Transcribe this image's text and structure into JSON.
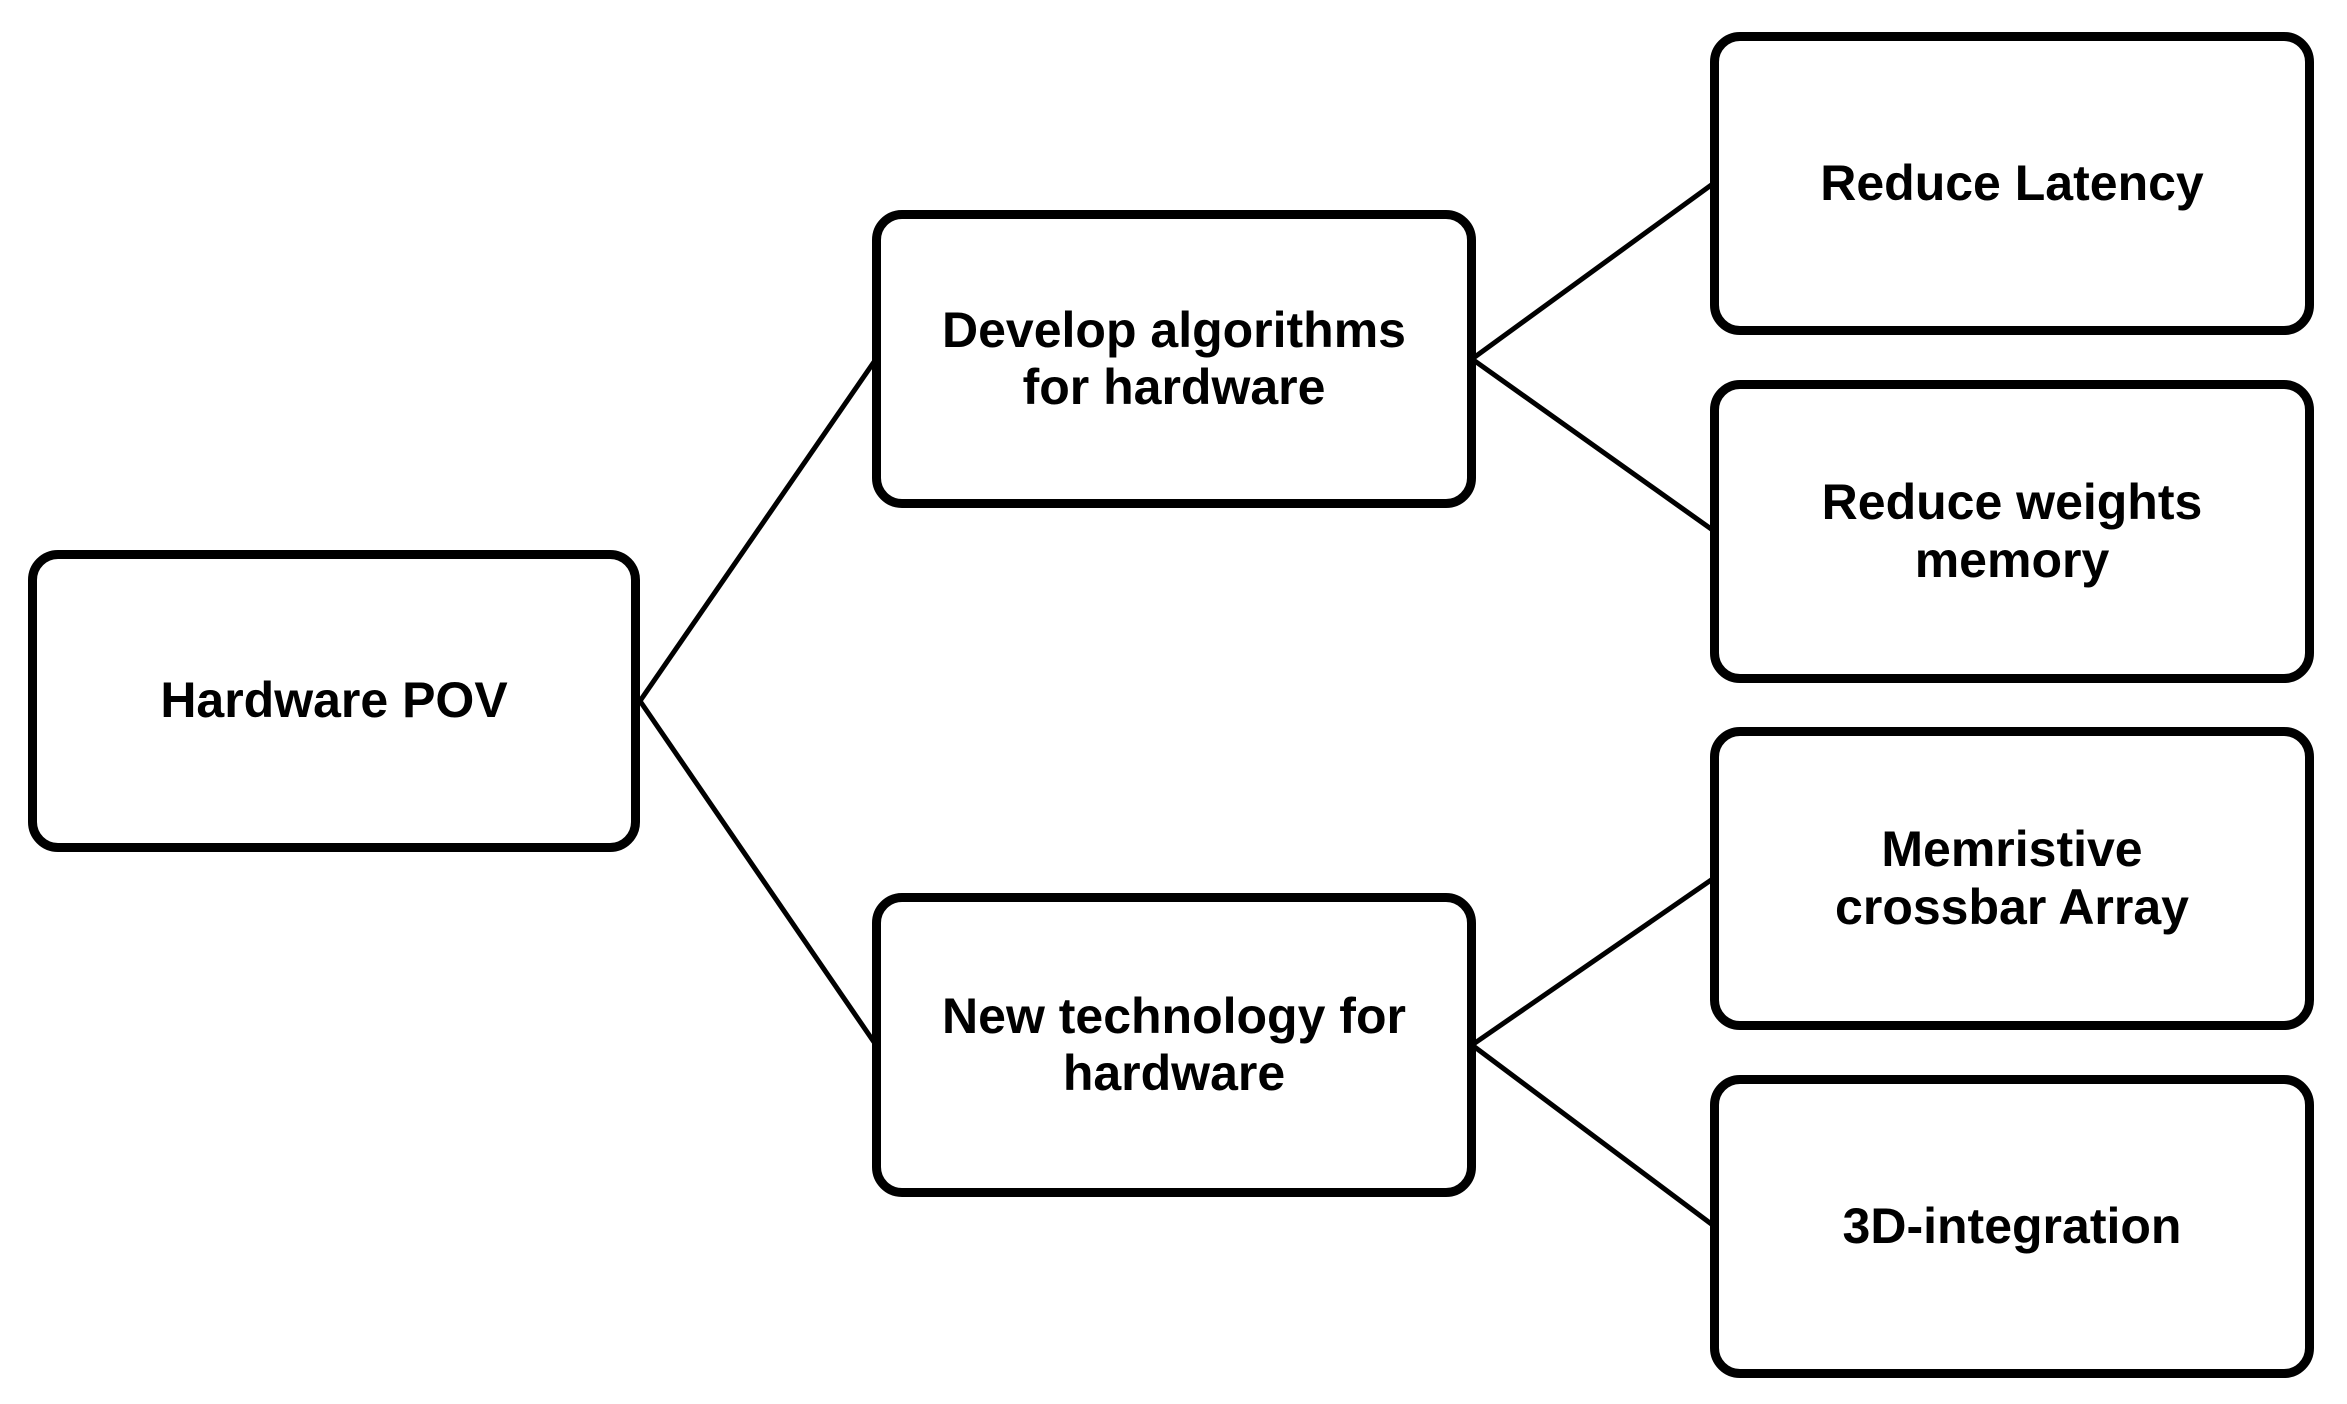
{
  "diagram": {
    "type": "tree",
    "direction": "left-to-right",
    "nodes": {
      "root": {
        "label": "Hardware POV"
      },
      "branch_algorithms": {
        "label": "Develop algorithms\nfor hardware"
      },
      "branch_technology": {
        "label": "New technology for\nhardware"
      },
      "leaf_reduce_latency": {
        "label": "Reduce Latency"
      },
      "leaf_reduce_weights": {
        "label": "Reduce weights\nmemory"
      },
      "leaf_memristive": {
        "label": "Memristive\ncrossbar Array"
      },
      "leaf_3d_integration": {
        "label": "3D-integration"
      }
    },
    "edges": [
      {
        "from": "root",
        "to": "branch_algorithms"
      },
      {
        "from": "root",
        "to": "branch_technology"
      },
      {
        "from": "branch_algorithms",
        "to": "leaf_reduce_latency"
      },
      {
        "from": "branch_algorithms",
        "to": "leaf_reduce_weights"
      },
      {
        "from": "branch_technology",
        "to": "leaf_memristive"
      },
      {
        "from": "branch_technology",
        "to": "leaf_3d_integration"
      }
    ],
    "colors": {
      "background": "#ffffff",
      "box_border": "#000000",
      "edge": "#000000",
      "text": "#000000"
    }
  }
}
